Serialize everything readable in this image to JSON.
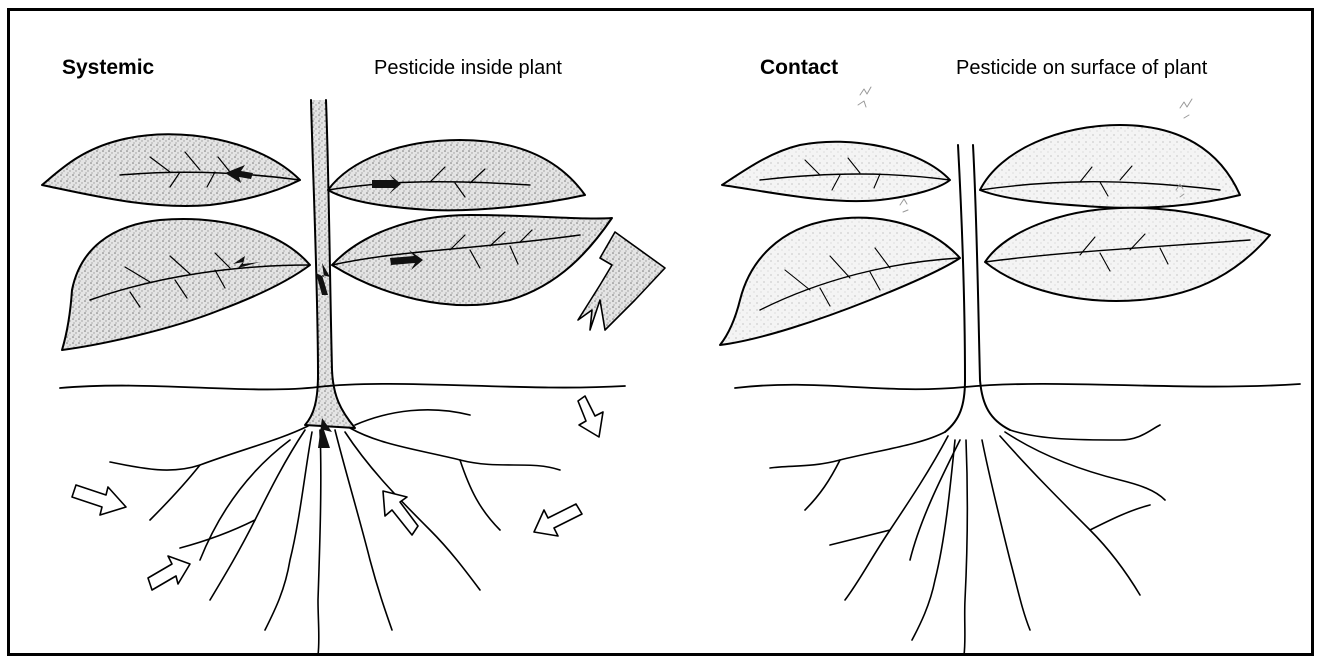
{
  "panels": {
    "systemic": {
      "title": "Systemic",
      "caption": "Pesticide inside plant"
    },
    "contact": {
      "title": "Contact",
      "caption": "Pesticide on surface of plant"
    }
  }
}
